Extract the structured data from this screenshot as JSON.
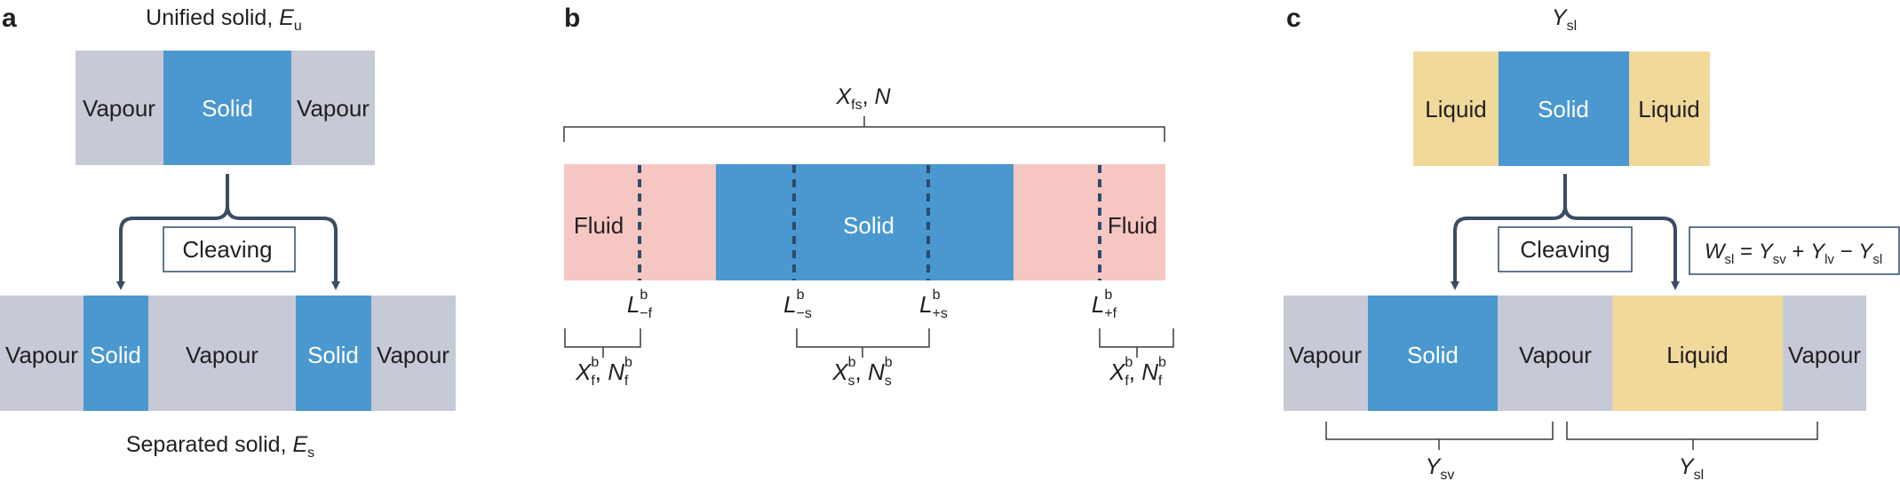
{
  "colors": {
    "solid": "#4a98cf",
    "vapour": "#c6c9d6",
    "fluid": "#f6c6c3",
    "liquid": "#f0d99a",
    "arrow": "#3b4d63",
    "line": "#3b3b3b",
    "box_border": "#2d4b6b",
    "text": "#231f20"
  },
  "panel_a": {
    "letter": "a",
    "title_text": "Unified solid, ",
    "title_sym": "E",
    "title_sub": "u",
    "top_blocks": [
      "Vapour",
      "Solid",
      "Vapour"
    ],
    "box_label": "Cleaving",
    "bottom_blocks": [
      "Vapour",
      "Solid",
      "Vapour",
      "Solid",
      "Vapour"
    ],
    "bottom_text": "Separated solid, ",
    "bottom_sym": "E",
    "bottom_sub": "s"
  },
  "panel_b": {
    "letter": "b",
    "top_sym": "X",
    "top_sub": "fs",
    "top_sep": ", ",
    "top_sym2": "N",
    "blocks": [
      "Fluid",
      "Solid",
      "Fluid"
    ],
    "L_sym": "L",
    "L_sup": "b",
    "L_subs": [
      "−f",
      "−s",
      "+s",
      "+f"
    ],
    "X_sym": "X",
    "N_sym": "N",
    "sup": "b",
    "sep": ", ",
    "XN_subs": [
      "f",
      "s",
      "f"
    ]
  },
  "panel_c": {
    "letter": "c",
    "title_sym": "Y",
    "title_sub": "sl",
    "top_blocks": [
      "Liquid",
      "Solid",
      "Liquid"
    ],
    "box_label": "Cleaving",
    "bottom_blocks": [
      "Vapour",
      "Solid",
      "Vapour",
      "Liquid",
      "Vapour"
    ],
    "eq": {
      "W": "W",
      "W_sub": "sl",
      "eq_sign": " = ",
      "Y": "Y",
      "t1_sub": "sv",
      "plus": " + ",
      "t2_sub": "lv",
      "minus": " − ",
      "t3_sub": "sl"
    },
    "brace_labels": [
      {
        "sym": "Y",
        "sub": "sv"
      },
      {
        "sym": "Y",
        "sub": "sl"
      }
    ]
  }
}
